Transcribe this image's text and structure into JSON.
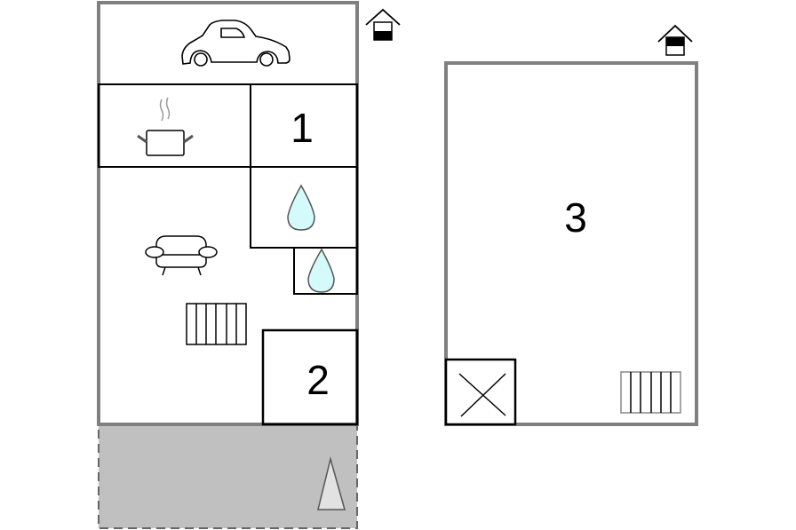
{
  "diagram": {
    "type": "floor-plan",
    "floors": [
      {
        "name": "ground-floor",
        "rooms": [
          {
            "id": "garage",
            "icon": "car-icon"
          },
          {
            "id": "kitchen",
            "icon": "cooking-pot-icon"
          },
          {
            "id": "bedroom-1",
            "label": "1"
          },
          {
            "id": "bathroom-1",
            "icon": "water-drop-icon"
          },
          {
            "id": "bathroom-2",
            "icon": "water-drop-icon"
          },
          {
            "id": "living-room",
            "icon": "sofa-icon"
          },
          {
            "id": "bedroom-2",
            "label": "2"
          },
          {
            "id": "terrace",
            "icon": "tent-icon"
          }
        ],
        "stairs": true,
        "floor_indicator_icon": "house-ground-floor-icon"
      },
      {
        "name": "upper-floor",
        "rooms": [
          {
            "id": "bedroom-3",
            "label": "3"
          },
          {
            "id": "void-opening",
            "icon": "x-mark-icon"
          }
        ],
        "stairs": true,
        "floor_indicator_icon": "house-upper-floor-icon"
      }
    ],
    "colors": {
      "outer_wall": "#808080",
      "inner_wall": "#000000",
      "terrace_fill": "#c0c0c0",
      "water_fill": "#d4fafc",
      "tent_fill": "#e2e2e2"
    }
  },
  "labels": {
    "room1": "1",
    "room2": "2",
    "room3": "3"
  }
}
